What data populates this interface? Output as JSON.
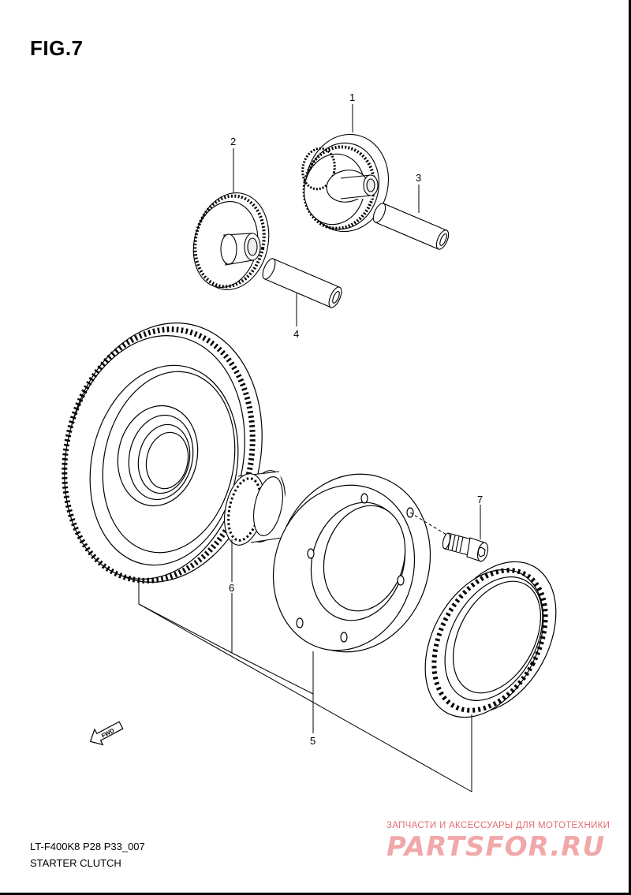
{
  "figure": {
    "title": "FIG.7"
  },
  "callouts": [
    {
      "id": "1",
      "label": "1"
    },
    {
      "id": "2",
      "label": "2"
    },
    {
      "id": "3",
      "label": "3"
    },
    {
      "id": "4",
      "label": "4"
    },
    {
      "id": "5",
      "label": "5"
    },
    {
      "id": "6",
      "label": "6"
    },
    {
      "id": "7",
      "label": "7"
    }
  ],
  "fwd_arrow": {
    "label": "FWD",
    "icon": "fwd-arrow-icon"
  },
  "footer": {
    "code": "LT-F400K8 P28 P33_007",
    "name": "STARTER CLUTCH"
  },
  "watermark": {
    "tagline": "ЗАПЧАСТИ И АКСЕССУАРЫ ДЛЯ МОТОТЕХНИКИ",
    "logo": "PARTSFOR.RU"
  }
}
